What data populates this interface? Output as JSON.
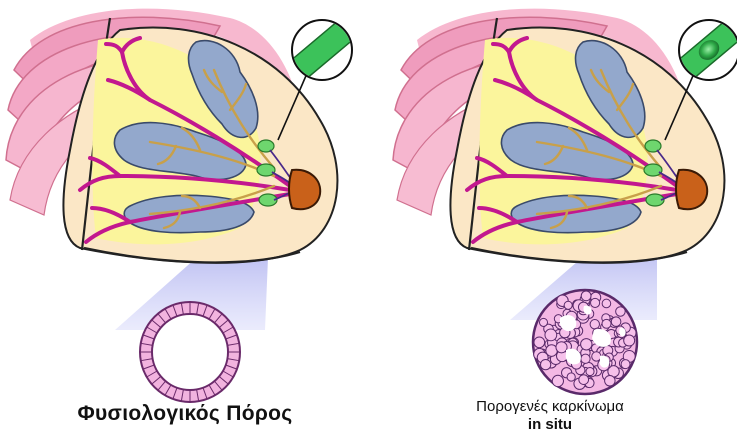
{
  "captions": {
    "normal_duct": "Φυσιολογικός Πόρος",
    "dcis_line1": "Πορογενές καρκίνωμα",
    "dcis_line2": "in situ"
  },
  "colors": {
    "skin_pink": "#f2a6c4",
    "breast_fill": "#fbe7c6",
    "fat_yellow": "#fbf59c",
    "lobule_blue": "#8ea2c6",
    "duct_magenta": "#c2188f",
    "duct_tan": "#c8a04a",
    "nipple": "#c9611a",
    "duct_green": "#3cc25a",
    "beam_blue": "#6a6fe0",
    "cell_pink": "#f4b8e4"
  }
}
